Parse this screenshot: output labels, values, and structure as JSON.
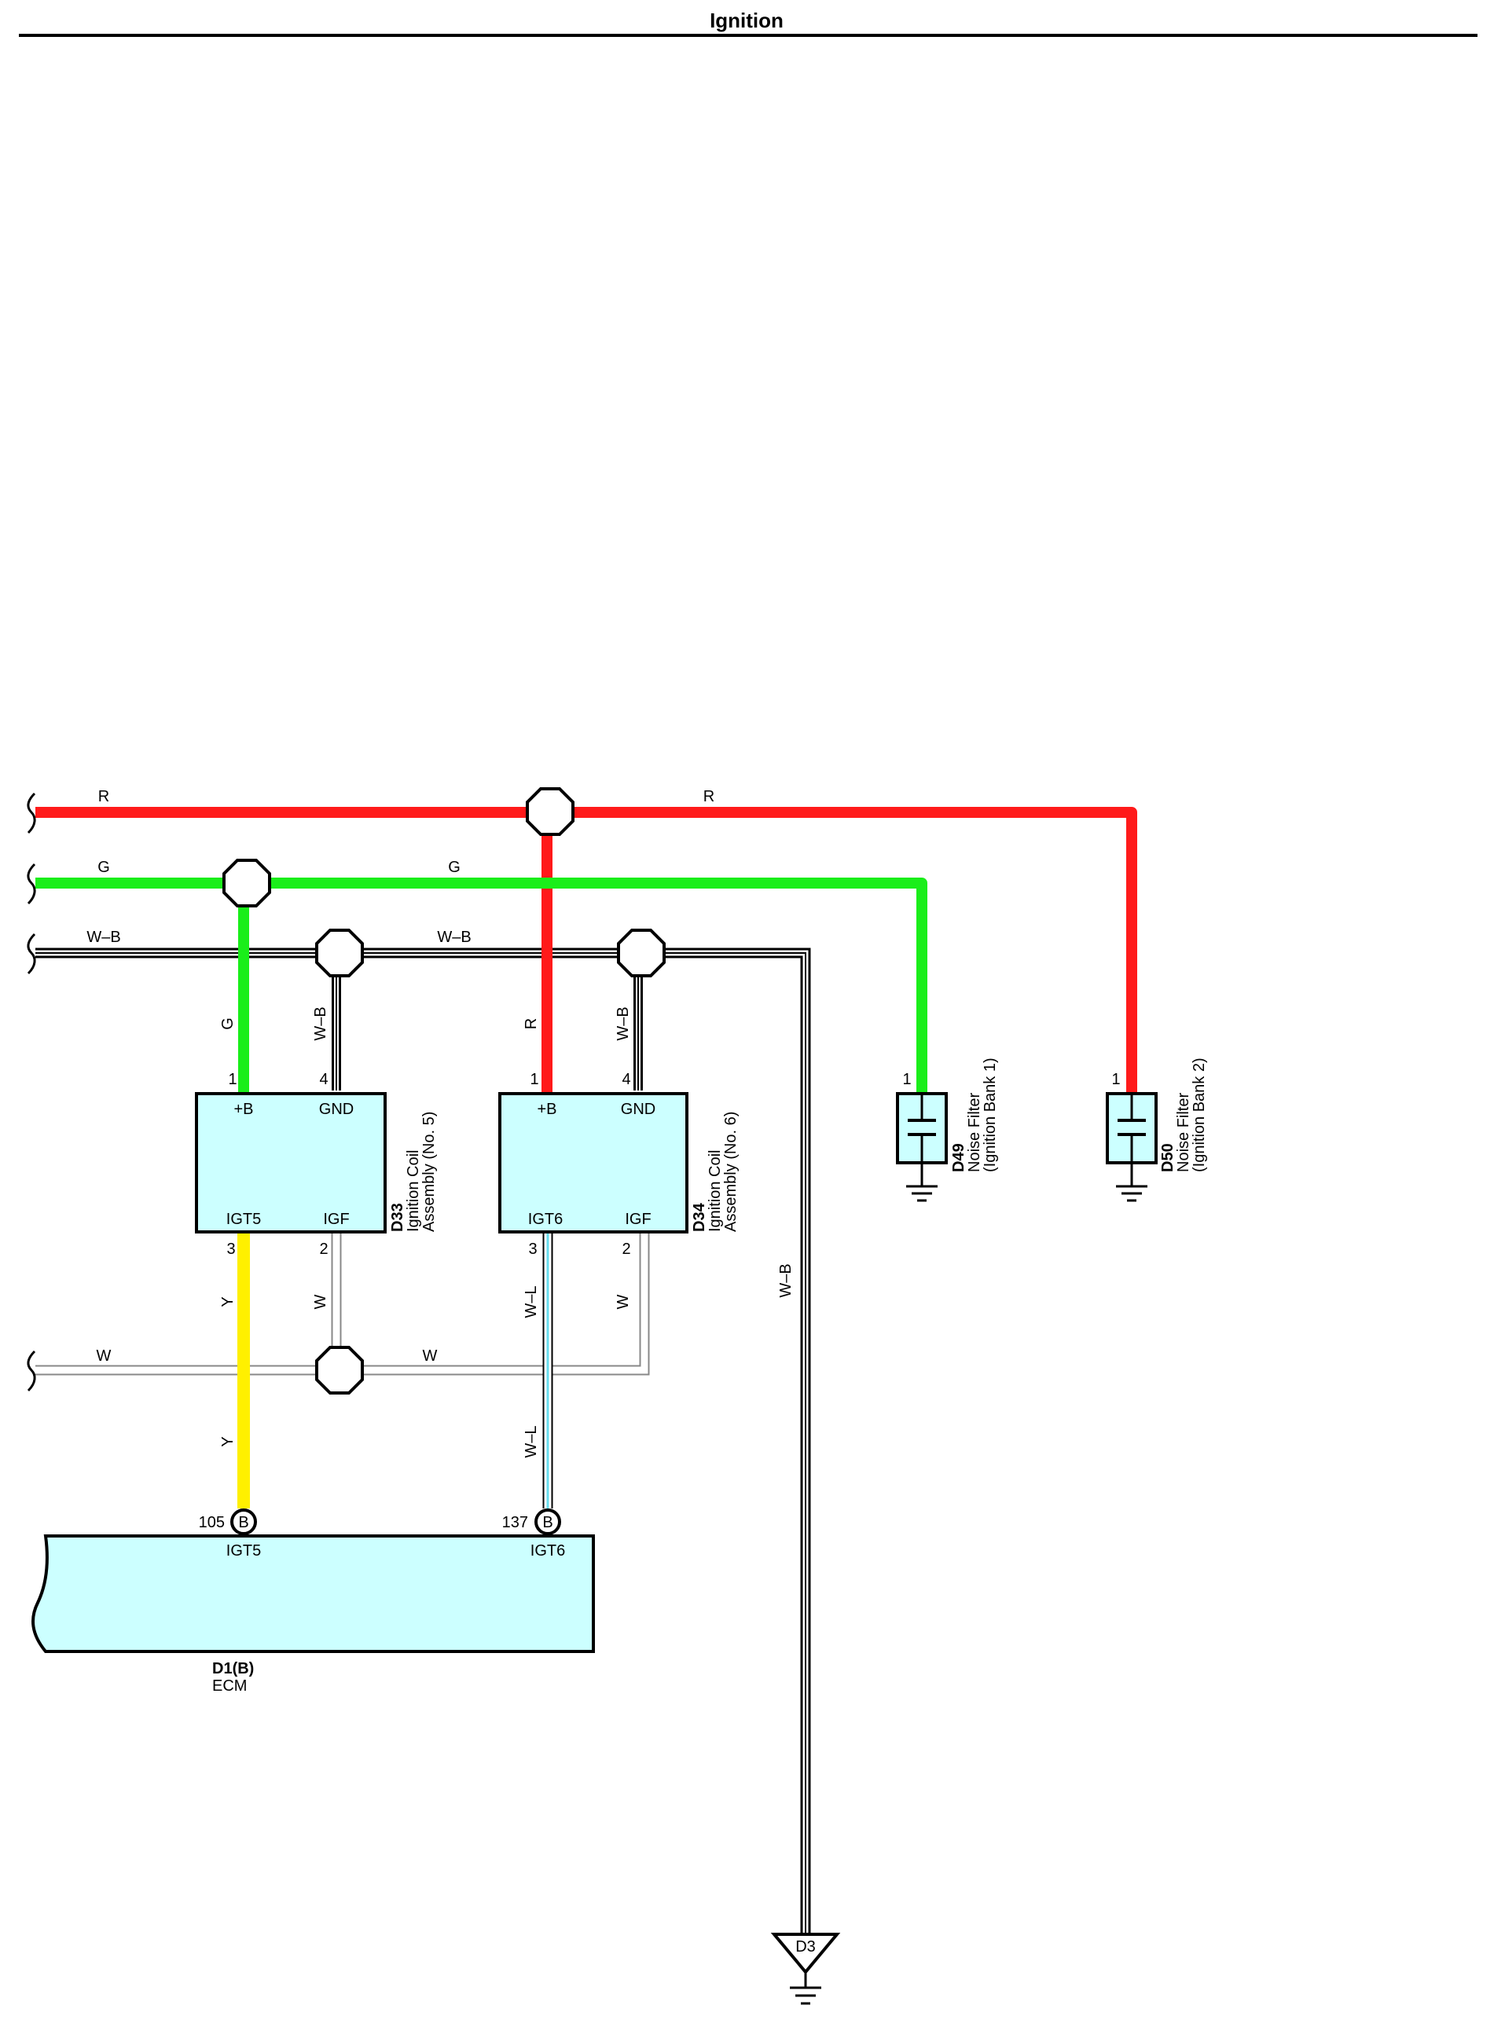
{
  "page": {
    "title": "Ignition"
  },
  "colors": {
    "red": "#ff1a1a",
    "green": "#1aee1a",
    "yellow": "#fff000",
    "cyan_fill": "#ccffff",
    "light_blue": "#66ddee",
    "black": "#000000",
    "white_wire_edge": "#888888"
  },
  "wires": {
    "r_left": "R",
    "r_right": "R",
    "g_left": "G",
    "g_right": "G",
    "wb_left": "W–B",
    "wb_right": "W–B",
    "w_left": "W",
    "w_right": "W",
    "d33_pin1": "G",
    "d33_pin4": "W–B",
    "d33_pin3": "Y",
    "d33_pin2": "W",
    "d33_pin3_low": "Y",
    "d34_pin1": "R",
    "d34_pin4": "W–B",
    "d34_pin3": "W–L",
    "d34_pin2": "W",
    "d34_pin3_low": "W–L",
    "ground_run": "W–B"
  },
  "components": {
    "d33": {
      "code": "D33",
      "name_line1": "Ignition Coil",
      "name_line2": "Assembly (No. 5)",
      "pin_top_left_num": "1",
      "pin_top_right_num": "4",
      "pin_bottom_left_num": "3",
      "pin_bottom_right_num": "2",
      "term_top_left": "+B",
      "term_top_right": "GND",
      "term_bottom_left": "IGT5",
      "term_bottom_right": "IGF"
    },
    "d34": {
      "code": "D34",
      "name_line1": "Ignition Coil",
      "name_line2": "Assembly (No. 6)",
      "pin_top_left_num": "1",
      "pin_top_right_num": "4",
      "pin_bottom_left_num": "3",
      "pin_bottom_right_num": "2",
      "term_top_left": "+B",
      "term_top_right": "GND",
      "term_bottom_left": "IGT6",
      "term_bottom_right": "IGF"
    },
    "d49": {
      "code": "D49",
      "name_line1": "Noise Filter",
      "name_line2": "(Ignition Bank 1)",
      "pin": "1"
    },
    "d50": {
      "code": "D50",
      "name_line1": "Noise Filter",
      "name_line2": "(Ignition Bank 2)",
      "pin": "1"
    },
    "ecm": {
      "code": "D1(B)",
      "name": "ECM",
      "pin_left_num": "105",
      "pin_left_conn": "B",
      "pin_left_term": "IGT5",
      "pin_right_num": "137",
      "pin_right_conn": "B",
      "pin_right_term": "IGT6"
    },
    "ground": {
      "code": "D3"
    }
  }
}
